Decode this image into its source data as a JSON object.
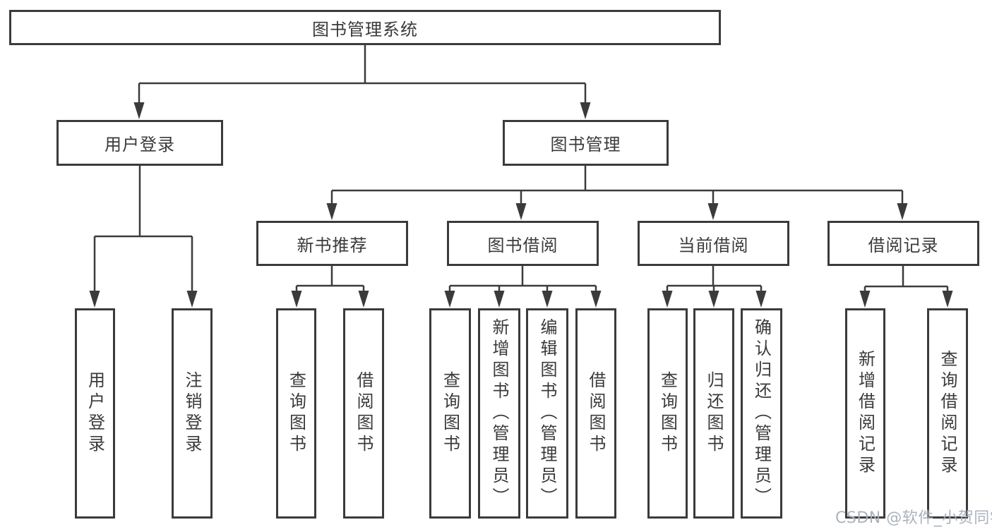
{
  "diagram": {
    "type": "hierarchy-tree",
    "colors": {
      "line": "#3b3b3b",
      "box_border": "#3b3b3b",
      "text": "#3a3a3a",
      "watermark": "#a8afba",
      "background": "#ffffff"
    }
  },
  "nodes": {
    "root": {
      "label": "图书管理系统"
    },
    "level2": [
      {
        "label": "用户登录"
      },
      {
        "label": "图书管理"
      }
    ],
    "level3": [
      {
        "label": "新书推荐"
      },
      {
        "label": "图书借阅"
      },
      {
        "label": "当前借阅"
      },
      {
        "label": "借阅记录"
      }
    ],
    "leaves": [
      {
        "label": "用户登录",
        "parent": "用户登录"
      },
      {
        "label": "注销登录",
        "parent": "用户登录"
      },
      {
        "label": "查询图书",
        "parent": "新书推荐"
      },
      {
        "label": "借阅图书",
        "parent": "新书推荐"
      },
      {
        "label": "查询图书",
        "parent": "图书借阅"
      },
      {
        "label": "新增图书（管理员）",
        "parent": "图书借阅"
      },
      {
        "label": "编辑图书（管理员）",
        "parent": "图书借阅"
      },
      {
        "label": "借阅图书",
        "parent": "图书借阅"
      },
      {
        "label": "查询图书",
        "parent": "当前借阅"
      },
      {
        "label": "归还图书",
        "parent": "当前借阅"
      },
      {
        "label": "确认归还（管理员）",
        "parent": "当前借阅"
      },
      {
        "label": "新增借阅记录",
        "parent": "借阅记录"
      },
      {
        "label": "查询借阅记录",
        "parent": "借阅记录"
      }
    ]
  },
  "watermark": "CSDN @软件_小贺同学"
}
